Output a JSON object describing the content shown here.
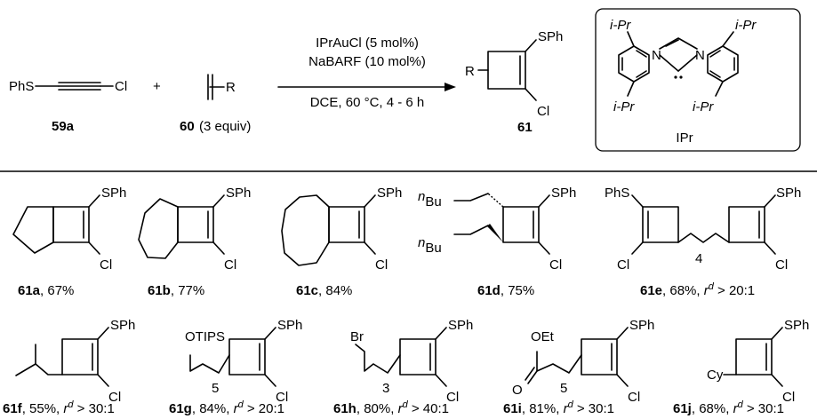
{
  "reaction": {
    "reagent1": {
      "formula_left": "PhS",
      "formula_right": "Cl",
      "label": "59a"
    },
    "plus": "+",
    "reagent2": {
      "substituent": "R",
      "label": "60",
      "equiv": "(3 equiv)"
    },
    "conditions": {
      "catalyst": "IPrAuCl (5 mol%)",
      "additive": "NaBARF (10 mol%)",
      "solvent_temp_time": "DCE, 60 °C, 4 - 6 h"
    },
    "product": {
      "label": "61",
      "r": "R",
      "sph": "SPh",
      "cl": "Cl"
    },
    "ligand": {
      "name": "IPr",
      "ipr": "i-Pr",
      "n": "N"
    }
  },
  "products_row1": [
    {
      "id": "61a",
      "yield": ", 67%",
      "sph": "SPh",
      "cl": "Cl"
    },
    {
      "id": "61b",
      "yield": ", 77%",
      "sph": "SPh",
      "cl": "Cl"
    },
    {
      "id": "61c",
      "yield": ", 84%",
      "sph": "SPh",
      "cl": "Cl"
    },
    {
      "id": "61d",
      "yield": ", 75%",
      "sph": "SPh",
      "cl": "Cl",
      "sub_a": "Bu",
      "sub_b": "Bu",
      "sup": "n"
    },
    {
      "id": "61e",
      "yield": ", 68%, ",
      "rr": "r",
      "rr_sup": "d",
      "rr_val": " > 20:1",
      "sph": "SPh",
      "sph2": "PhS",
      "cl": "Cl",
      "chain": "4"
    }
  ],
  "products_row2": [
    {
      "id": "61f",
      "yield": ", 55%, ",
      "rr": "r",
      "rr_sup": "d",
      "rr_val": " > 30:1",
      "sph": "SPh",
      "cl": "Cl"
    },
    {
      "id": "61g",
      "yield": ", 84%, ",
      "rr": "r",
      "rr_sup": "d",
      "rr_val": " > 20:1",
      "sph": "SPh",
      "cl": "Cl",
      "group": "OTIPS",
      "chain": "5"
    },
    {
      "id": "61h",
      "yield": ", 80%, ",
      "rr": "r",
      "rr_sup": "d",
      "rr_val": " > 40:1",
      "sph": "SPh",
      "cl": "Cl",
      "group": "Br",
      "chain": "3"
    },
    {
      "id": "61i",
      "yield": ", 81%, ",
      "rr": "r",
      "rr_sup": "d",
      "rr_val": " > 30:1",
      "sph": "SPh",
      "cl": "Cl",
      "group": "OEt",
      "o": "O",
      "chain": "5"
    },
    {
      "id": "61j",
      "yield": ", 68%, ",
      "rr": "r",
      "rr_sup": "d",
      "rr_val": " > 30:1",
      "sph": "SPh",
      "cl": "Cl",
      "group": "Cy"
    }
  ]
}
